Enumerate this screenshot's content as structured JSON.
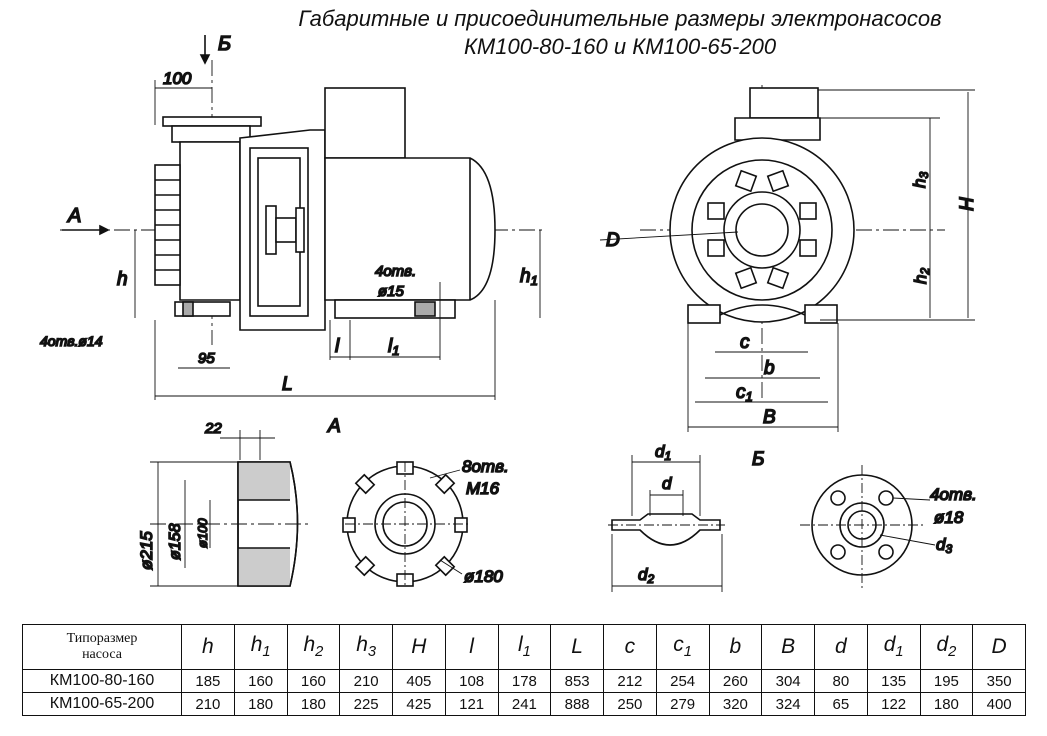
{
  "title": {
    "line1": "Габаритные и присоединительные размеры электронасосов",
    "line2": "КМ100-80-160 и КМ100-65-200"
  },
  "labels": {
    "view_b": "Б",
    "view_a_arrow": "А",
    "view_a": "А",
    "view_b2": "Б",
    "dim_100": "100",
    "dim_h": "h",
    "dim_h1": "h",
    "dim_h1_sub": "1",
    "dim_h2": "h",
    "dim_h2_sub": "2",
    "dim_h3": "h",
    "dim_h3_sub": "3",
    "dim_H": "H",
    "dim_D": "D",
    "holes_4_14": "4отв.ø14",
    "dim_95": "95",
    "dim_L": "L",
    "dim_l": "l",
    "dim_l1": "l",
    "dim_l1_sub": "1",
    "holes_4_15a": "4отв.",
    "holes_4_15b": "ø15",
    "dim_c": "c",
    "dim_b": "b",
    "dim_c1": "c",
    "dim_c1_sub": "1",
    "dim_B": "B",
    "dim_22": "22",
    "dim_215": "ø215",
    "dim_158": "ø158",
    "dim_100d": "ø100",
    "holes_8_a": "8отв.",
    "holes_8_b": "M16",
    "dim_180": "ø180",
    "dim_d1": "d",
    "dim_d1_sub": "1",
    "dim_d": "d",
    "dim_d2": "d",
    "dim_d2_sub": "2",
    "holes_4_18a": "4отв.",
    "holes_4_18b": "ø18",
    "dim_d3": "d",
    "dim_d3_sub": "3"
  },
  "table": {
    "header_label_1": "Типоразмер",
    "header_label_2": "насоса",
    "columns": [
      {
        "main": "h",
        "sub": ""
      },
      {
        "main": "h",
        "sub": "1"
      },
      {
        "main": "h",
        "sub": "2"
      },
      {
        "main": "h",
        "sub": "3"
      },
      {
        "main": "H",
        "sub": ""
      },
      {
        "main": "l",
        "sub": ""
      },
      {
        "main": "l",
        "sub": "1"
      },
      {
        "main": "L",
        "sub": ""
      },
      {
        "main": "c",
        "sub": ""
      },
      {
        "main": "c",
        "sub": "1"
      },
      {
        "main": "b",
        "sub": ""
      },
      {
        "main": "B",
        "sub": ""
      },
      {
        "main": "d",
        "sub": ""
      },
      {
        "main": "d",
        "sub": "1"
      },
      {
        "main": "d",
        "sub": "2"
      },
      {
        "main": "D",
        "sub": ""
      }
    ],
    "rows": [
      {
        "name": "КМ100-80-160",
        "values": [
          "185",
          "160",
          "160",
          "210",
          "405",
          "108",
          "178",
          "853",
          "212",
          "254",
          "260",
          "304",
          "80",
          "135",
          "195",
          "350"
        ]
      },
      {
        "name": "КМ100-65-200",
        "values": [
          "210",
          "180",
          "180",
          "225",
          "425",
          "121",
          "241",
          "888",
          "250",
          "279",
          "320",
          "324",
          "65",
          "122",
          "180",
          "400"
        ]
      }
    ]
  }
}
